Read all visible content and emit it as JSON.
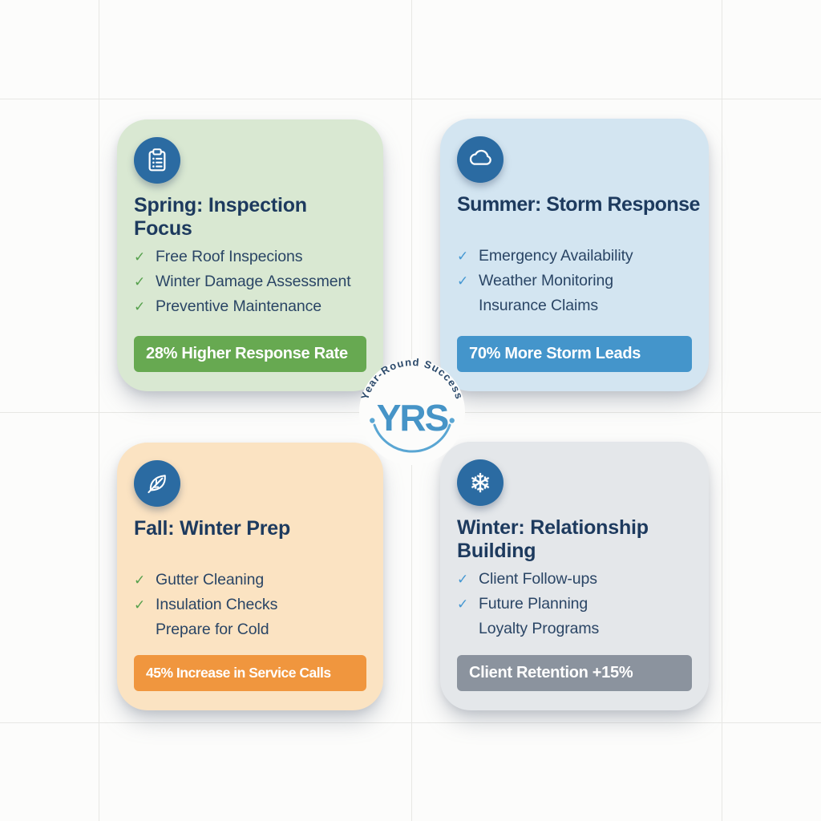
{
  "page": {
    "background_color": "#fcfcfb",
    "grid_line_color": "#e7e7e4"
  },
  "logo": {
    "arc_text": "Year-Round Success",
    "initials": "YRS",
    "initials_color": "#4694c7",
    "arc_color": "#5aa6d3",
    "arc_text_color": "#2c4a6b"
  },
  "cards": [
    {
      "season": "spring",
      "icon": "clipboard-icon",
      "icon_circle_color": "#2b6ba2",
      "card_bg": "#d9e8d2",
      "title": "Spring: Inspection Focus",
      "items": [
        {
          "check": "✓",
          "text": "Free Roof Inspecions"
        },
        {
          "check": "✓",
          "text": "Winter Damage Assessment"
        },
        {
          "check": "✓",
          "text": "Preventive Maintenance"
        }
      ],
      "check_color": "#55a04c",
      "badge": "28% Higher Response Rate",
      "badge_bg": "#67a951"
    },
    {
      "season": "summer",
      "icon": "cloud-icon",
      "icon_circle_color": "#2b6ba2",
      "card_bg": "#d3e5f1",
      "title": "Summer: Storm Response",
      "items": [
        {
          "check": "✓",
          "text": "Emergency Availability"
        },
        {
          "check": "✓",
          "text": "Weather Monitoring"
        },
        {
          "check": "",
          "text": "Insurance Claims"
        }
      ],
      "check_color": "#4497d2",
      "badge": "70% More Storm Leads",
      "badge_bg": "#4495cb"
    },
    {
      "season": "fall",
      "icon": "leaf-icon",
      "icon_circle_color": "#2b6ba2",
      "card_bg": "#fbe3c2",
      "title": "Fall: Winter Prep",
      "items": [
        {
          "check": "✓",
          "text": "Gutter Cleaning"
        },
        {
          "check": "✓",
          "text": "Insulation Checks"
        },
        {
          "check": "",
          "text": "Prepare for Cold"
        }
      ],
      "check_color": "#55a04c",
      "badge": "45% Increase in Service Calls",
      "badge_bg": "#f0963e"
    },
    {
      "season": "winter",
      "icon": "snowflake-icon",
      "icon_glyph": "❄",
      "icon_circle_color": "#2b6ba2",
      "card_bg": "#e4e7ea",
      "title": "Winter: Relationship Building",
      "items": [
        {
          "check": "✓",
          "text": "Client Follow-ups"
        },
        {
          "check": "✓",
          "text": "Future Planning"
        },
        {
          "check": "",
          "text": "Loyalty Programs"
        }
      ],
      "check_color": "#4497d2",
      "badge": "Client Retention +15%",
      "badge_bg": "#8b939e"
    }
  ]
}
